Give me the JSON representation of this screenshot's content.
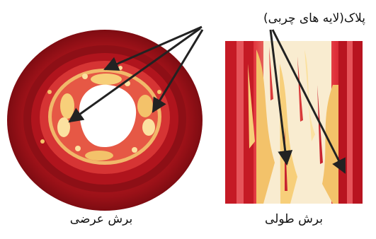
{
  "labels": {
    "plaque": "پلاک(لایه های چربی)",
    "cross_section": "برش عرضی",
    "longitudinal_section": "برش طولی"
  },
  "colors": {
    "background": "#ffffff",
    "outer_wall": "#b5121b",
    "wall_dark": "#7e0c12",
    "muscle_band": "#d42a2a",
    "plaque_yellow": "#f3c26a",
    "plaque_light": "#fbe1a0",
    "lumen": "#ffffff",
    "arrow": "#222222"
  }
}
